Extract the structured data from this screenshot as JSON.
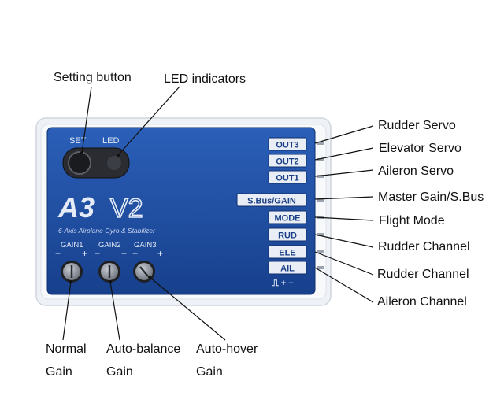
{
  "callouts": {
    "setting_button": "Setting  button",
    "led_indicators": "LED indicators",
    "rudder_servo": "Rudder Servo",
    "elevator_servo": "Elevator Servo",
    "aileron_servo": "Aileron Servo",
    "master_gain": "Master Gain/S.Bus",
    "flight_mode": "Flight Mode",
    "rudder_channel_1": "Rudder Channel",
    "rudder_channel_2": "Rudder Channel",
    "aileron_channel": "Aileron Channel",
    "normal_gain": [
      "Normal",
      "Gain"
    ],
    "auto_balance_gain": [
      "Auto-balance",
      "Gain"
    ],
    "auto_hover_gain": [
      "Auto-hover",
      "Gain"
    ]
  },
  "device": {
    "set_label": "SET",
    "led_label": "LED",
    "brand_a3": "A3",
    "brand_v2": "V2",
    "subtitle": "6-Axis Airplane Gyro & Stabilizer",
    "gain_labels": [
      "GAIN1",
      "GAIN2",
      "GAIN3"
    ],
    "minus_sign": "−",
    "plus_sign": "+",
    "port_labels": [
      "OUT3",
      "OUT2",
      "OUT1",
      "S.Bus/GAIN",
      "MODE",
      "RUD",
      "ELE",
      "AIL"
    ],
    "polarity_label": "⎍ + −"
  },
  "colors": {
    "body_blue": "#1f4b9e",
    "body_dark": "#173b82",
    "label_bg": "#e9eef6",
    "case_clear": "#eef2f6"
  }
}
